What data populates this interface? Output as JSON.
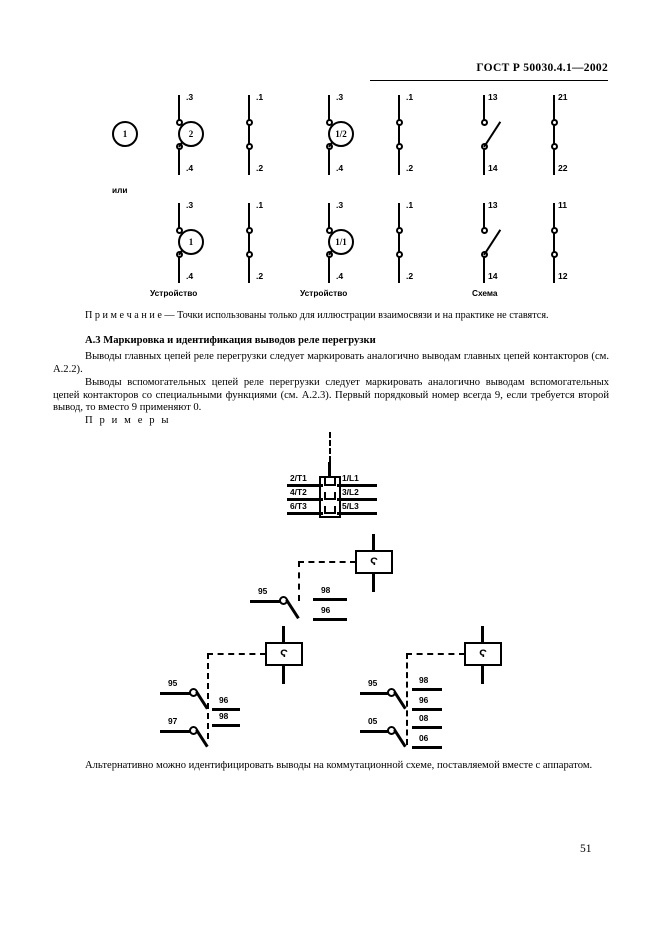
{
  "document": {
    "standard_header": "ГОСТ Р 50030.4.1—2002",
    "page_number": "51"
  },
  "figure_top": {
    "or_label": "или",
    "captions": {
      "device_1": "Устройство",
      "device_2": "Устройство",
      "scheme": "Схема"
    },
    "row1": [
      {
        "name": "contact-no-1",
        "circle": "1",
        "top_terminal": ".3",
        "bottom_terminal": ".4"
      },
      {
        "name": "contact-nc-2",
        "circle": "2",
        "top_terminal": ".1",
        "bottom_terminal": ".2"
      },
      {
        "name": "contact-no-3",
        "circle": "1/2",
        "top_terminal": ".3",
        "bottom_terminal": ".4"
      },
      {
        "name": "contact-nc-4",
        "circle": "",
        "top_terminal": ".1",
        "bottom_terminal": ".2"
      },
      {
        "name": "contact-no-5",
        "circle": "",
        "top_terminal": "13",
        "bottom_terminal": "14"
      },
      {
        "name": "contact-nc-6",
        "circle": "",
        "top_terminal": "21",
        "bottom_terminal": "22"
      }
    ],
    "row2": [
      {
        "name": "contact-no-1",
        "circle": "1",
        "top_terminal": ".3",
        "bottom_terminal": ".4"
      },
      {
        "name": "contact-nc-2",
        "circle": "",
        "top_terminal": ".1",
        "bottom_terminal": ".2"
      },
      {
        "name": "contact-no-3",
        "circle": "1/1",
        "top_terminal": ".3",
        "bottom_terminal": ".4"
      },
      {
        "name": "contact-nc-4",
        "circle": "",
        "top_terminal": ".1",
        "bottom_terminal": ".2"
      },
      {
        "name": "contact-no-5",
        "circle": "",
        "top_terminal": "13",
        "bottom_terminal": "14"
      },
      {
        "name": "contact-nc-6",
        "circle": "",
        "top_terminal": "11",
        "bottom_terminal": "12"
      }
    ]
  },
  "note": "П р и м е ч а н и е — Точки использованы только для иллюстрации взаимосвязи и на практике не ставятся.",
  "section": {
    "number_title": "А.3  Маркировка и идентификация выводов реле перегрузки",
    "paragraph_1": "Выводы главных цепей реле перегрузки следует маркировать аналогично выводам главных цепей контакторов (см. А.2.2).",
    "paragraph_2": "Выводы вспомогательных цепей реле перегрузки следует маркировать аналогично выводам вспомогательных цепей контакторов со специальными функциями (см. А.2.3). Первый порядковый номер всегда 9, если требуется второй вывод, то вместо 9 применяют 0.",
    "examples_label": "П р и м е р ы"
  },
  "figure_terminal_block": {
    "left_labels": [
      "2/T1",
      "4/T2",
      "6/T3"
    ],
    "right_labels": [
      "1/L1",
      "3/L2",
      "5/L3"
    ]
  },
  "figure_relay_1": {
    "coil_glyph": "Ϛ",
    "terminals": {
      "common": "95",
      "no": "98",
      "nc": "96"
    }
  },
  "figure_relay_2": {
    "coil_glyph": "Ϛ",
    "contact_a": {
      "common": "95",
      "other": "96"
    },
    "contact_b": {
      "common": "97",
      "other": "98"
    }
  },
  "figure_relay_3": {
    "coil_glyph": "Ϛ",
    "contact_a": {
      "common": "95",
      "no": "98",
      "nc": "96"
    },
    "contact_b": {
      "common": "05",
      "no": "08",
      "nc": "06"
    }
  },
  "closing_paragraph": "Альтернативно можно идентифицировать выводы на коммутационной схеме, поставляемой вместе с аппаратом."
}
